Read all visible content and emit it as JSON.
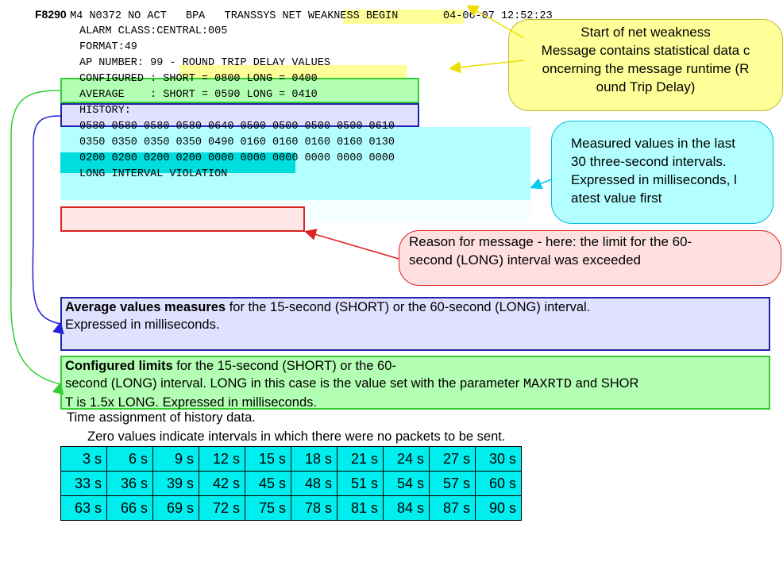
{
  "message": {
    "code": "F8290",
    "header_rest": "M4 N0372 NO ACT   BPA   TRANSSYS NET WEAKNESS BEGIN       04-06-07 12:52:23",
    "alarm_class": "ALARM CLASS:CENTRAL:005",
    "format": "FORMAT:49",
    "ap_number": "AP NUMBER: 99 - ROUND TRIP DELAY VALUES",
    "configured": "CONFIGURED : SHORT = 0800 LONG = 0400",
    "average": "AVERAGE    : SHORT = 0590 LONG = 0410",
    "history_label": "HISTORY:",
    "history_rows": [
      "0580 0580 0580 0580 0640 0500 0500 0500 0500 0610",
      "0350 0350 0350 0350 0490 0160 0160 0160 0160 0130",
      "0200 0200 0200 0200 0000 0000 0000 0000 0000 0000"
    ],
    "violation": "LONG INTERVAL VIOLATION"
  },
  "callouts": {
    "net_weakness": [
      "Start of net weakness",
      "Message contains statistical data c",
      "oncerning  the message runtime (R",
      "ound Trip Delay)"
    ],
    "measured": [
      "Measured values in the last",
      "30 three-second intervals.",
      "Expressed in milliseconds, l",
      "atest value  first"
    ],
    "reason": [
      "Reason for message - here: the limit for the 60-",
      "second (LONG) interval was exceeded"
    ]
  },
  "descriptions": {
    "average_bold": "Average values measures",
    "average_rest": " for the 15-second (SHORT) or the 60-second (LONG) interval.",
    "average_line2": "Expressed in milliseconds.",
    "configured_bold": "Configured limits",
    "configured_rest": " for the 15-second (SHORT) or the 60-",
    "configured_line2a": "second (LONG) interval. LONG in  this case is the value set with the parameter ",
    "configured_param": "MAXRTD",
    "configured_line2b": " and SHOR",
    "configured_line3": "T is 1.5x LONG. Expressed in milliseconds.",
    "time_assignment": "Time assignment  of history data.",
    "zero_values": "Zero values  indicate intervals  in which  there were no packets to be sent."
  },
  "time_grid": [
    [
      "3 s",
      "6 s",
      "9 s",
      "12 s",
      "15 s",
      "18 s",
      "21 s",
      "24 s",
      "27 s",
      "30 s"
    ],
    [
      "33 s",
      "36 s",
      "39 s",
      "42 s",
      "45 s",
      "48 s",
      "51 s",
      "54 s",
      "57 s",
      "60 s"
    ],
    [
      "63 s",
      "66 s",
      "69 s",
      "72 s",
      "75 s",
      "78 s",
      "81 s",
      "84 s",
      "87 s",
      "90 s"
    ]
  ],
  "colors": {
    "yellow": "#ffff99",
    "cyan": "#b3ffff",
    "green": "#b3ffb3",
    "blue": "#e0e0ff",
    "red": "#ffe0e0"
  }
}
